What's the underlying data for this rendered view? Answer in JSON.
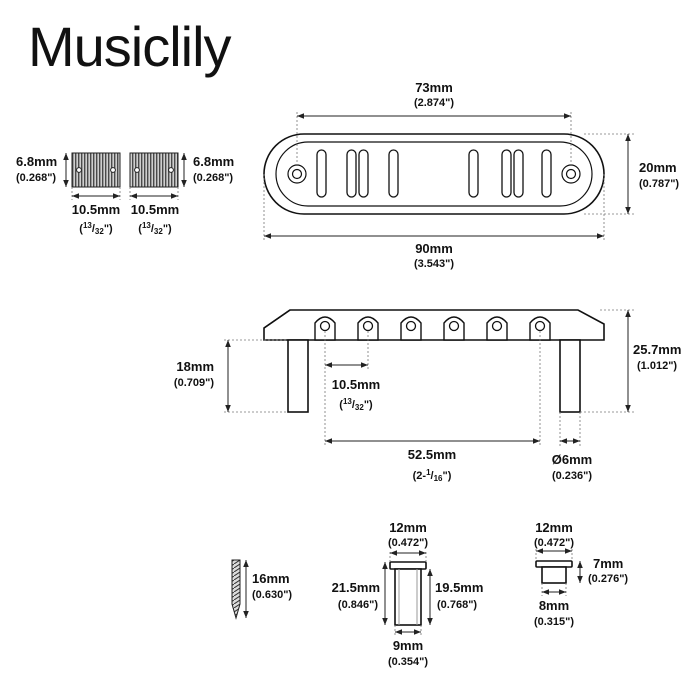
{
  "brand": "Musiclily",
  "top_view": {
    "length": {
      "mm": "73mm",
      "inch": "(2.874\")"
    },
    "total_length": {
      "mm": "90mm",
      "inch": "(3.543\")"
    },
    "height": {
      "mm": "20mm",
      "inch": "(0.787\")"
    }
  },
  "saddles": {
    "left_height": {
      "mm": "6.8mm",
      "inch": "(0.268\")"
    },
    "right_height": {
      "mm": "6.8mm",
      "inch": "(0.268\")"
    },
    "left_width": {
      "mm": "10.5mm",
      "inch_open": "(",
      "num": "13",
      "slash": "/",
      "den": "32",
      "inch_close": "\")"
    },
    "right_width": {
      "mm": "10.5mm",
      "inch_open": "(",
      "num": "13",
      "slash": "/",
      "den": "32",
      "inch_close": "\")"
    }
  },
  "side_view": {
    "leg_height": {
      "mm": "18mm",
      "inch": "(0.709\")"
    },
    "total_height": {
      "mm": "25.7mm",
      "inch": "(1.012\")"
    },
    "spacing": {
      "mm": "10.5mm",
      "inch_open": "(",
      "num": "13",
      "slash": "/",
      "den": "32",
      "inch_close": "\")"
    },
    "span": {
      "mm": "52.5mm",
      "inch_open": "(2-",
      "num": "1",
      "slash": "/",
      "den": "16",
      "inch_close": "\")"
    },
    "post_diameter": {
      "mm": "Ø6mm",
      "inch": "(0.236\")"
    }
  },
  "screw": {
    "length": {
      "mm": "16mm",
      "inch": "(0.630\")"
    }
  },
  "bushing": {
    "head": {
      "mm": "12mm",
      "inch": "(0.472\")"
    },
    "outer_height": {
      "mm": "21.5mm",
      "inch": "(0.846\")"
    },
    "inner_height": {
      "mm": "19.5mm",
      "inch": "(0.768\")"
    },
    "shaft": {
      "mm": "9mm",
      "inch": "(0.354\")"
    }
  },
  "ferrule": {
    "head": {
      "mm": "12mm",
      "inch": "(0.472\")"
    },
    "height": {
      "mm": "7mm",
      "inch": "(0.276\")"
    },
    "shaft": {
      "mm": "8mm",
      "inch": "(0.315\")"
    }
  }
}
